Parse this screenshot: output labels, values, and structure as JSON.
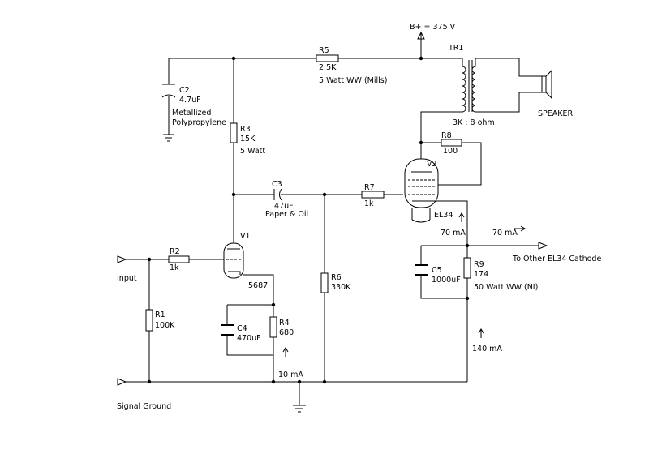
{
  "supply": {
    "label": "B+ = 375 V"
  },
  "components": {
    "R1": {
      "ref": "R1",
      "value": "100K"
    },
    "R2": {
      "ref": "R2",
      "value": "1k"
    },
    "R3": {
      "ref": "R3",
      "value": "15K",
      "note": "5 Watt"
    },
    "R4": {
      "ref": "R4",
      "value": "680"
    },
    "R5": {
      "ref": "R5",
      "value": "2.5K",
      "note": "5 Watt WW (Mills)"
    },
    "R6": {
      "ref": "R6",
      "value": "330K"
    },
    "R7": {
      "ref": "R7",
      "value": "1k"
    },
    "R8": {
      "ref": "R8",
      "value": "100"
    },
    "R9": {
      "ref": "R9",
      "value": "174",
      "note": "50 Watt WW (NI)"
    },
    "C2": {
      "ref": "C2",
      "value": "4.7uF",
      "note1": "Metallized",
      "note2": "Polypropylene"
    },
    "C3": {
      "ref": "C3",
      "value": "47uF",
      "note": "Paper & Oil"
    },
    "C4": {
      "ref": "C4",
      "value": "470uF"
    },
    "C5": {
      "ref": "C5",
      "value": "1000uF"
    },
    "V1": {
      "ref": "V1",
      "type": "5687"
    },
    "V2": {
      "ref": "V2",
      "type": "EL34"
    },
    "TR1": {
      "ref": "TR1",
      "ratio": "3K : 8 ohm"
    }
  },
  "labels": {
    "speaker": "SPEAKER",
    "input": "Input",
    "signal_ground": "Signal Ground",
    "other_cathode": "To Other EL34 Cathode"
  },
  "currents": {
    "v2_cathode": "70 mA",
    "other_el34": "70 mA",
    "total": "140 mA",
    "v1": "10 mA"
  }
}
